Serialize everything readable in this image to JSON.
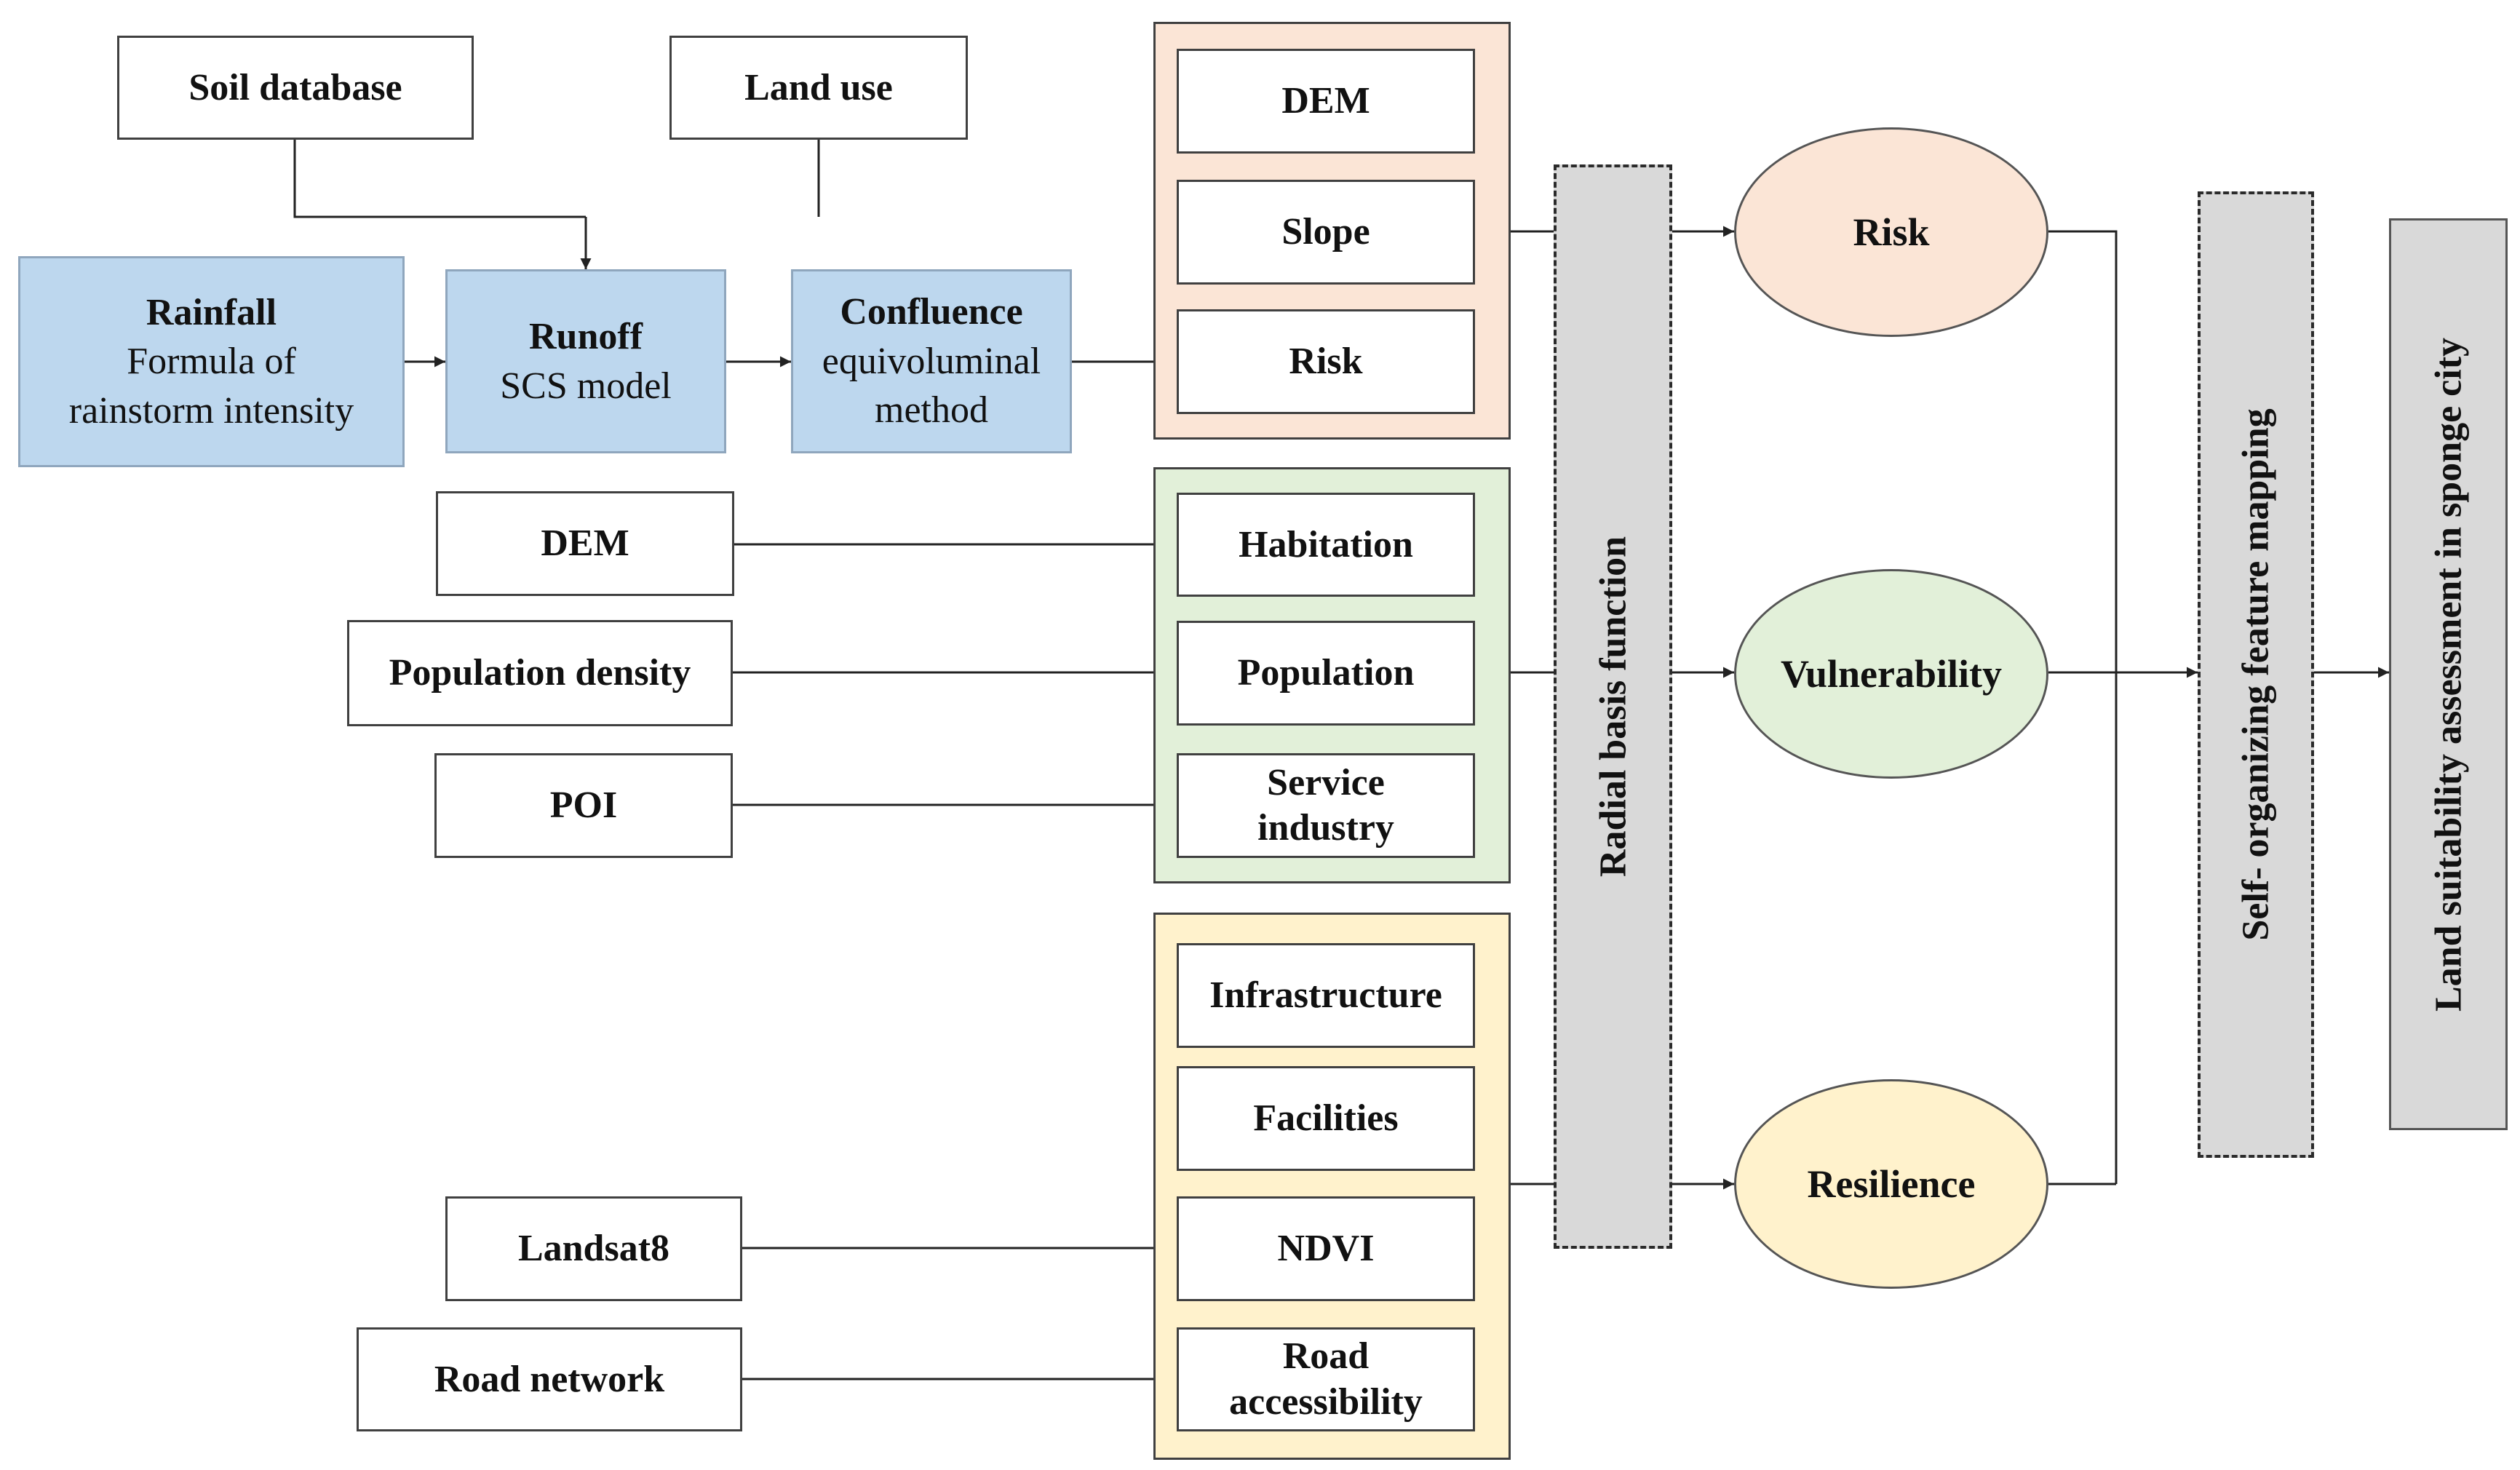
{
  "inputs": {
    "soil_database": "Soil database",
    "land_use": "Land use",
    "dem": "DEM",
    "population_density": "Population density",
    "poi": "POI",
    "landsat8": "Landsat8",
    "road_network": "Road network"
  },
  "process": {
    "rainfall": {
      "title": "Rainfall",
      "line1": "Formula of",
      "line2": "rainstorm intensity"
    },
    "runoff": {
      "title": "Runoff",
      "line1": "SCS model"
    },
    "confluence": {
      "title": "Confluence",
      "line1": "equivoluminal",
      "line2": "method"
    }
  },
  "groups": {
    "risk": {
      "items": [
        "DEM",
        "Slope",
        "Risk"
      ]
    },
    "vulnerability": {
      "items": [
        "Habitation",
        "Population",
        "Service",
        "industry"
      ]
    },
    "resilience": {
      "items": [
        "Infrastructure",
        "Facilities",
        "NDVI",
        "Road",
        "accessibility"
      ]
    }
  },
  "rbf_label": "Radial basis function",
  "outcomes": {
    "risk": "Risk",
    "vulnerability": "Vulnerability",
    "resilience": "Resilience"
  },
  "som_label": "Self- organizing feature mapping",
  "final_label": "Land suitability assessment in sponge city",
  "colors": {
    "process_blue": "#bdd7ee",
    "risk_fill": "#fbe5d6",
    "vulnerability_fill": "#e2f0d9",
    "resilience_fill": "#fff2cc",
    "bar_gray": "#d9d9d9"
  }
}
